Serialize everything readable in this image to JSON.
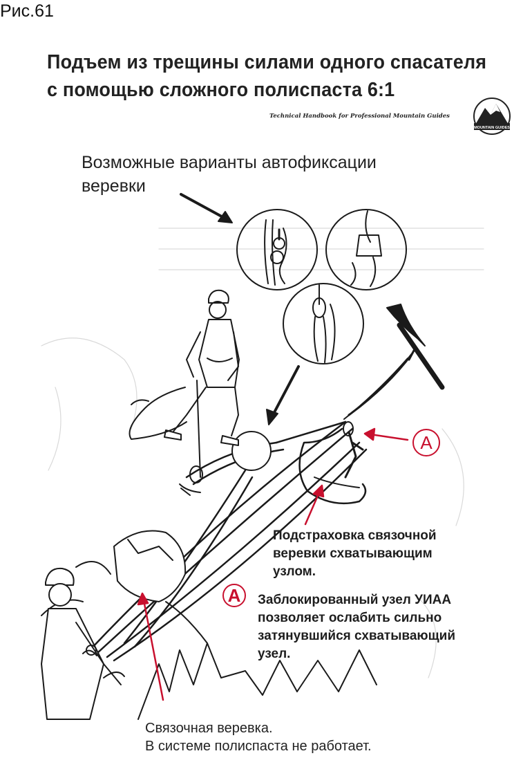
{
  "figure_label": "Рис.61",
  "title": {
    "line1": "Подъем из трещины силами одного спасателя",
    "line2": "с помощью сложного полиспаста 6:1"
  },
  "source": "Technical Handbook for Professional Mountain Guides",
  "logo_text": "MOUNTAIN GUIDES",
  "variants_caption": {
    "line1": "Возможные варианты автофиксации",
    "line2": "веревки"
  },
  "callout_a_letter": "A",
  "label_backup": {
    "line1": "Подстраховка связочной",
    "line2": "веревки схватывающим",
    "line3": "узлом."
  },
  "label_uiaa": {
    "letter": "A",
    "line1": "Заблокированный узел УИАА",
    "line2": "позволяет ослабить сильно",
    "line3": "затянувшийся схватывающий",
    "line4": "узел."
  },
  "label_rope": {
    "line1": "Связочная веревка.",
    "line2": "В системе полиспаста не работает."
  },
  "colors": {
    "accent_red": "#c8102e",
    "ink": "#1a1a1a"
  }
}
